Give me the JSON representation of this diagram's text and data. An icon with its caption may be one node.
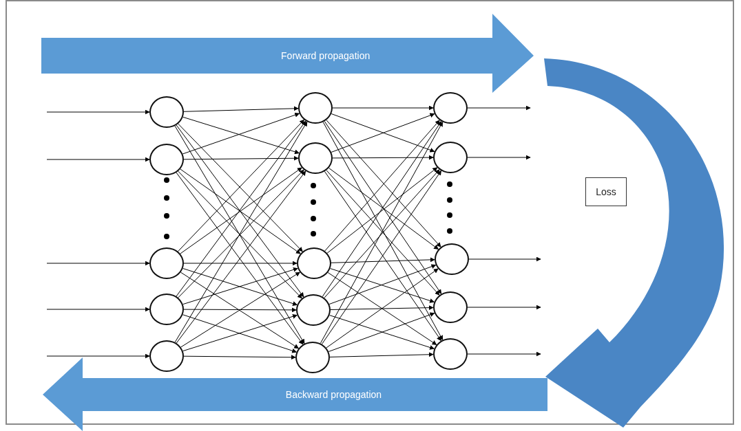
{
  "diagram": {
    "nodes": [
      {
        "text": [
          "Forward propagation"
        ]
      },
      {
        "text": [
          "Loss"
        ]
      },
      {
        "text": [
          "Backward propagation"
        ]
      },
      {
        "text": [],
        "shape": "circle"
      },
      {
        "text": [],
        "shape": "circle"
      },
      {
        "text": [],
        "shape": "circle"
      },
      {
        "text": [],
        "shape": "circle"
      },
      {
        "text": [],
        "shape": "circle"
      },
      {
        "text": [],
        "shape": "circle"
      },
      {
        "text": [],
        "shape": "circle"
      },
      {
        "text": [],
        "shape": "circle"
      },
      {
        "text": [],
        "shape": "circle"
      },
      {
        "text": [],
        "shape": "circle"
      },
      {
        "text": [],
        "shape": "circle"
      },
      {
        "text": [],
        "shape": "circle"
      },
      {
        "text": [],
        "shape": "circle"
      },
      {
        "text": [],
        "shape": "circle"
      },
      {
        "text": [],
        "shape": "circle"
      }
    ],
    "edges": [
      {
        "from": null,
        "to": 3,
        "arrow": "to"
      },
      {
        "from": null,
        "to": 4,
        "arrow": "to"
      },
      {
        "from": null,
        "to": 5,
        "arrow": "to"
      },
      {
        "from": null,
        "to": 6,
        "arrow": "to"
      },
      {
        "from": null,
        "to": 7,
        "arrow": "to"
      },
      {
        "from": 3,
        "to": 8,
        "arrow": "to"
      },
      {
        "from": 3,
        "to": 9,
        "arrow": "to"
      },
      {
        "from": 3,
        "to": 10,
        "arrow": "to"
      },
      {
        "from": 3,
        "to": 11,
        "arrow": "to"
      },
      {
        "from": 3,
        "to": 12,
        "arrow": "to"
      },
      {
        "from": 4,
        "to": 8,
        "arrow": "to"
      },
      {
        "from": 4,
        "to": 9,
        "arrow": "to"
      },
      {
        "from": 4,
        "to": 10,
        "arrow": "to"
      },
      {
        "from": 4,
        "to": 11,
        "arrow": "to"
      },
      {
        "from": 4,
        "to": 12,
        "arrow": "to"
      },
      {
        "from": 5,
        "to": 8,
        "arrow": "to"
      },
      {
        "from": 5,
        "to": 9,
        "arrow": "to"
      },
      {
        "from": 5,
        "to": 10,
        "arrow": "to"
      },
      {
        "from": 5,
        "to": 11,
        "arrow": "to"
      },
      {
        "from": 5,
        "to": 12,
        "arrow": "to"
      },
      {
        "from": 6,
        "to": 8,
        "arrow": "to"
      },
      {
        "from": 6,
        "to": 9,
        "arrow": "to"
      },
      {
        "from": 6,
        "to": 10,
        "arrow": "to"
      },
      {
        "from": 6,
        "to": 11,
        "arrow": "to"
      },
      {
        "from": 6,
        "to": 12,
        "arrow": "to"
      },
      {
        "from": 7,
        "to": 8,
        "arrow": "to"
      },
      {
        "from": 7,
        "to": 9,
        "arrow": "to"
      },
      {
        "from": 7,
        "to": 10,
        "arrow": "to"
      },
      {
        "from": 7,
        "to": 11,
        "arrow": "to"
      },
      {
        "from": 7,
        "to": 12,
        "arrow": "to"
      },
      {
        "from": 8,
        "to": 13,
        "arrow": "to"
      },
      {
        "from": 8,
        "to": 14,
        "arrow": "to"
      },
      {
        "from": 8,
        "to": 15,
        "arrow": "to"
      },
      {
        "from": 8,
        "to": 16,
        "arrow": "to"
      },
      {
        "from": 8,
        "to": 17,
        "arrow": "to"
      },
      {
        "from": 9,
        "to": 13,
        "arrow": "to"
      },
      {
        "from": 9,
        "to": 14,
        "arrow": "to"
      },
      {
        "from": 9,
        "to": 15,
        "arrow": "to"
      },
      {
        "from": 9,
        "to": 16,
        "arrow": "to"
      },
      {
        "from": 9,
        "to": 17,
        "arrow": "to"
      },
      {
        "from": 10,
        "to": 13,
        "arrow": "to"
      },
      {
        "from": 10,
        "to": 14,
        "arrow": "to"
      },
      {
        "from": 10,
        "to": 15,
        "arrow": "to"
      },
      {
        "from": 10,
        "to": 16,
        "arrow": "to"
      },
      {
        "from": 10,
        "to": 17,
        "arrow": "to"
      },
      {
        "from": 11,
        "to": 13,
        "arrow": "to"
      },
      {
        "from": 11,
        "to": 14,
        "arrow": "to"
      },
      {
        "from": 11,
        "to": 15,
        "arrow": "to"
      },
      {
        "from": 11,
        "to": 16,
        "arrow": "to"
      },
      {
        "from": 11,
        "to": 17,
        "arrow": "to"
      },
      {
        "from": 12,
        "to": 13,
        "arrow": "to"
      },
      {
        "from": 12,
        "to": 14,
        "arrow": "to"
      },
      {
        "from": 12,
        "to": 15,
        "arrow": "to"
      },
      {
        "from": 12,
        "to": 16,
        "arrow": "to"
      },
      {
        "from": 12,
        "to": 17,
        "arrow": "to"
      },
      {
        "from": 13,
        "to": null,
        "arrow": "to"
      },
      {
        "from": 14,
        "to": null,
        "arrow": "to"
      },
      {
        "from": 15,
        "to": null,
        "arrow": "to"
      },
      {
        "from": 16,
        "to": null,
        "arrow": "to"
      },
      {
        "from": 17,
        "to": null,
        "arrow": "to"
      }
    ]
  }
}
